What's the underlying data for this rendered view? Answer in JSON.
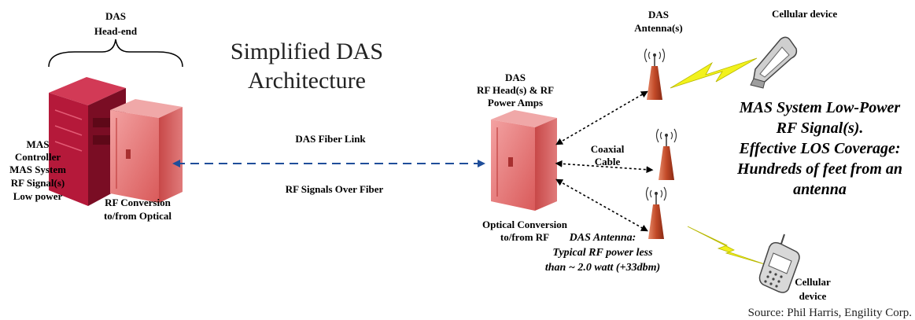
{
  "title": [
    "Simplified DAS",
    "Architecture"
  ],
  "head_end": {
    "label": [
      "DAS",
      "Head-end"
    ],
    "mas_controller": [
      "MAS",
      "Controller"
    ],
    "mas_signal": [
      "MAS System",
      "RF Signal(s)",
      "Low power"
    ],
    "rf_conversion": [
      "RF Conversion",
      "to/from Optical"
    ]
  },
  "fiber_link": {
    "label": "DAS Fiber Link",
    "sublabel": "RF Signals Over Fiber"
  },
  "remote_unit": {
    "label": [
      "DAS",
      "RF Head(s) & RF",
      "Power Amps"
    ],
    "optical_conversion": [
      "Optical Conversion",
      "to/from RF"
    ]
  },
  "coax_label": [
    "Coaxial",
    "Cable"
  ],
  "antennas_label": [
    "DAS",
    "Antenna(s)"
  ],
  "cellular_top": "Cellular device",
  "cellular_bottom": [
    "Cellular",
    "device"
  ],
  "antenna_note": [
    "DAS Antenna:",
    "Typical RF power less",
    "than ~ 2.0 watt (+33dbm)"
  ],
  "coverage_note": [
    "MAS System  Low-Power",
    "RF Signal(s).",
    "Effective LOS Coverage:",
    "Hundreds of feet from an",
    "antenna"
  ],
  "source": "Source: Phil Harris, Engility Corp.",
  "colors": {
    "server_dark": "#8e0f28",
    "server_red": "#c0243f",
    "box_fill": "#e57373",
    "fiber_blue": "#1f4e9a",
    "lightning": "#f2f21c"
  }
}
